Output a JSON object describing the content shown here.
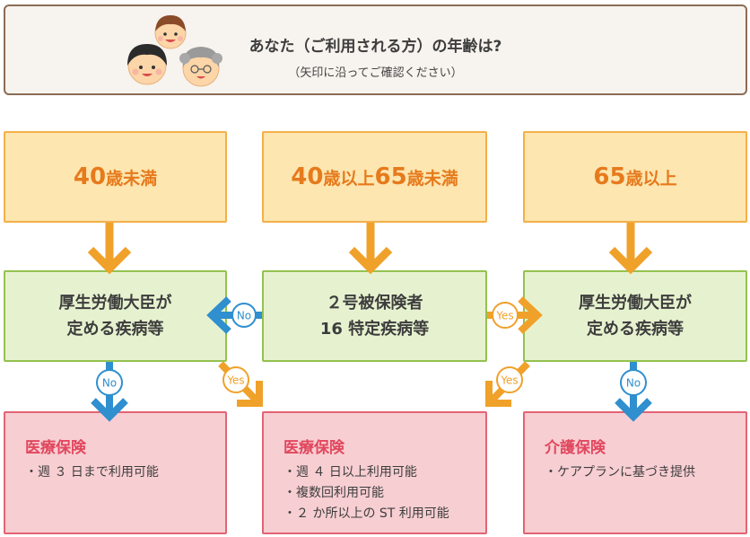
{
  "header": {
    "title": "あなた（ご利用される方）の年齢は?",
    "subtitle": "（矢印に沿ってご確認ください）"
  },
  "ages": [
    {
      "num": "40",
      "rest": "歳未満"
    },
    {
      "num1": "40",
      "mid": "歳以上",
      "num2": "65",
      "rest": "歳未満"
    },
    {
      "num": "65",
      "rest": "歳以上"
    }
  ],
  "decisions": {
    "left": [
      "厚生労働大臣が",
      "定める疾病等"
    ],
    "center": [
      "２号被保険者",
      "16 特定疾病等"
    ],
    "right": [
      "厚生労働大臣が",
      "定める疾病等"
    ]
  },
  "labels": {
    "no": "No",
    "yes": "Yes"
  },
  "results": [
    {
      "title": "医療保険",
      "items": [
        "・週 ３ 日まで利用可能"
      ]
    },
    {
      "title": "医療保険",
      "items": [
        "・週 ４ 日以上利用可能",
        "・複数回利用可能",
        "・２ か所以上の ST 利用可能"
      ]
    },
    {
      "title": "介護保険",
      "items": [
        "・ケアプランに基づき提供"
      ]
    }
  ],
  "colors": {
    "orange_arrow": "#f0a12a",
    "blue_arrow": "#2f8fcf",
    "age_fill": "#fde6b0",
    "decision_fill": "#e6f2cf",
    "result_fill": "#f7ced2"
  }
}
